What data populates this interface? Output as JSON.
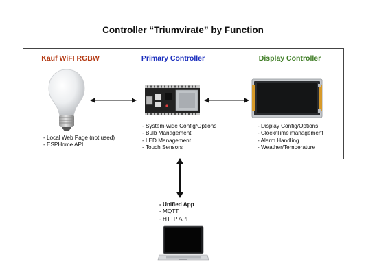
{
  "title": "Controller “Triumvirate” by Function",
  "colors": {
    "kauf": "#b43a14",
    "primary": "#1a2ebd",
    "display": "#3f7d25",
    "frame": "#444444",
    "arrow": "#111111"
  },
  "columns": {
    "kauf": {
      "heading": "Kauf WiFI RGBW",
      "icon": "light-bulb-icon",
      "items": [
        "- Local Web Page (not used)",
        "- ESPHome API"
      ]
    },
    "primary": {
      "heading": "Primary Controller",
      "icon": "esp32-board-icon",
      "items": [
        "- System-wide Config/Options",
        "- Bulb Management",
        "- LED Management",
        "- Touch Sensors"
      ]
    },
    "display": {
      "heading": "Display Controller",
      "icon": "display-module-icon",
      "items": [
        "- Display Config/Options",
        "- Clock/Time management",
        "- Alarm Handling",
        "- Weather/Temperature"
      ]
    }
  },
  "app": {
    "icon": "laptop-icon",
    "items": [
      "- Unified App",
      "- MQTT",
      "- HTTP API"
    ]
  }
}
